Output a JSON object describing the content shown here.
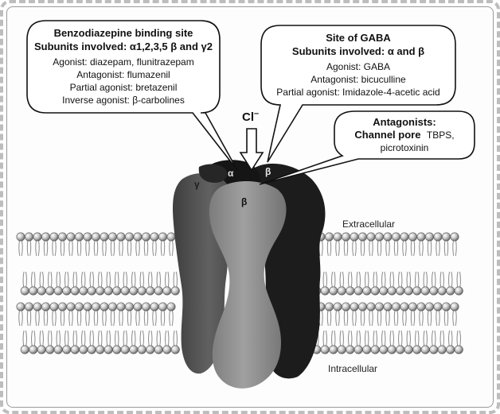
{
  "figure": {
    "callout_benzodiazepine": {
      "title": "Benzodiazepine binding site",
      "subunits": "Subunits involved: α1,2,3,5 β and γ2",
      "agonist": "Agonist: diazepam, flunitrazepam",
      "antagonist": "Antagonist: flumazenil",
      "partial_agonist": "Partial agonist: bretazenil",
      "inverse_agonist": "Inverse agonist: β-carbolines"
    },
    "callout_gaba": {
      "title": "Site of GABA",
      "subunits": "Subunits involved: α and β",
      "agonist": "Agonist: GABA",
      "antagonist": "Antagonist: bicuculline",
      "partial_agonist": "Partial agonist: Imidazole-4-acetic acid"
    },
    "callout_channel": {
      "title": "Antagonists:",
      "pore_label": "Channel pore",
      "pore_agents_line1": "TBPS,",
      "pore_agents_line2": "picrotoxinin"
    },
    "ion": {
      "symbol": "Cl",
      "charge": "–"
    },
    "subunit_labels": {
      "gamma": "γ",
      "alpha": "α",
      "beta_front": "β",
      "beta_back": "β"
    },
    "membrane_labels": {
      "extracellular": "Extracellular",
      "intracellular": "Intracellular"
    },
    "colors": {
      "gamma_subunit": "#5a5a5a",
      "beta_front_subunit": "#8c8c8c",
      "alpha_subunit": "#151515",
      "beta_back_subunit": "#1c1c1c",
      "lipid_head": "#b8b8b8",
      "lipid_tail": "#8a8a8a"
    }
  }
}
